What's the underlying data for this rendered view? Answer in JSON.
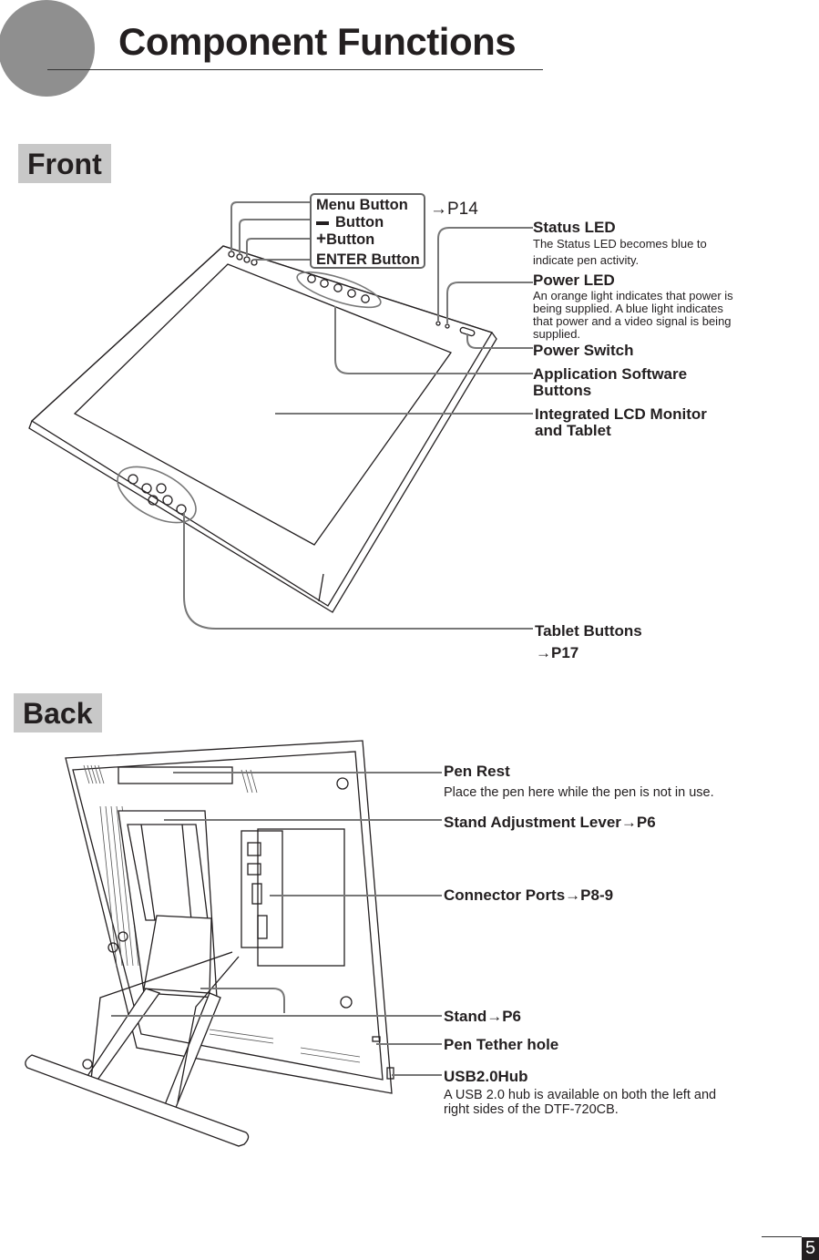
{
  "page": {
    "title": "Component Functions",
    "page_number": "5"
  },
  "front": {
    "heading": "Front",
    "menu_group": {
      "menu_button": "Menu Button",
      "minus_button": "Button",
      "plus_button": "Button",
      "enter_button": "ENTER Button",
      "page_ref": "→P14"
    },
    "status_led": {
      "label": "Status LED",
      "desc_line1": "The Status LED becomes blue to",
      "desc_line2": "indicate pen activity."
    },
    "power_led": {
      "label": "Power LED",
      "desc": "An orange light indicates that power is being supplied. A blue light indicates that power and a video signal is being supplied."
    },
    "power_switch": "Power Switch",
    "app_buttons": {
      "line1": "Application Software",
      "line2": "Buttons"
    },
    "lcd": {
      "line1": "Integrated LCD Monitor",
      "line2": "and Tablet"
    },
    "tablet_buttons": {
      "label": "Tablet Buttons",
      "page_ref": "→P17"
    }
  },
  "back": {
    "heading": "Back",
    "pen_rest": {
      "label": "Pen Rest",
      "desc": "Place the pen here while the pen is not in use."
    },
    "stand_lever": "Stand Adjustment Lever→P6",
    "connector_ports": "Connector Ports→P8-9",
    "stand": "Stand→P6",
    "pen_tether": "Pen Tether hole",
    "usb_hub": {
      "label": "USB2.0Hub",
      "desc": "A USB 2.0 hub is available on both the left and right sides of the DTF-720CB."
    }
  }
}
